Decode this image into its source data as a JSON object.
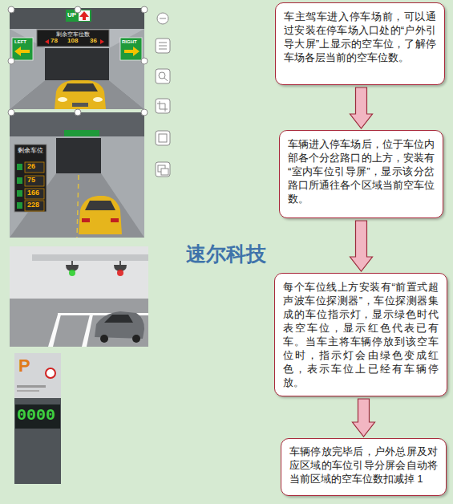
{
  "diagram": {
    "nodes": [
      {
        "text": [
          "车主驾车进入停车场前，可以通过安装在停车场入口处的“户外引导大屏”上显示的空车位，了解停车场各层当前的空车位数。"
        ]
      },
      {
        "text": [
          "车辆进入停车场后，位于车位内部各个分岔路口的上方，安装有“室内车位引导屏”，显示该分岔路口所通往各个区域当前空车位数。"
        ]
      },
      {
        "text": [
          "每个车位线上方安装有“前置式超声波车位探测器”，车位探测器集成的车位指示灯，显示绿色时代表空车位，显示红色代表已有车。当车主将车辆停放到该空车位时，指示灯会由绿色变成红色，表示车位上已经有车辆停放。"
        ]
      },
      {
        "text": [
          "车辆停放完毕后，户外总屏及对应区域的车位引导分屏会自动将当前区域的空车位数扣减掉 1"
        ]
      }
    ],
    "edges": [
      {
        "from": 0,
        "to": 1,
        "arrow": "to"
      },
      {
        "from": 1,
        "to": 2,
        "arrow": "to"
      },
      {
        "from": 2,
        "to": 3,
        "arrow": "to"
      }
    ],
    "labels": [
      "速尔科技",
      "UP",
      "LEFT",
      "RIGHT",
      "剩余空车位数",
      "78",
      "108",
      "36",
      "剩余车位",
      "26",
      "75",
      "166",
      "228",
      "P",
      "0000"
    ]
  }
}
